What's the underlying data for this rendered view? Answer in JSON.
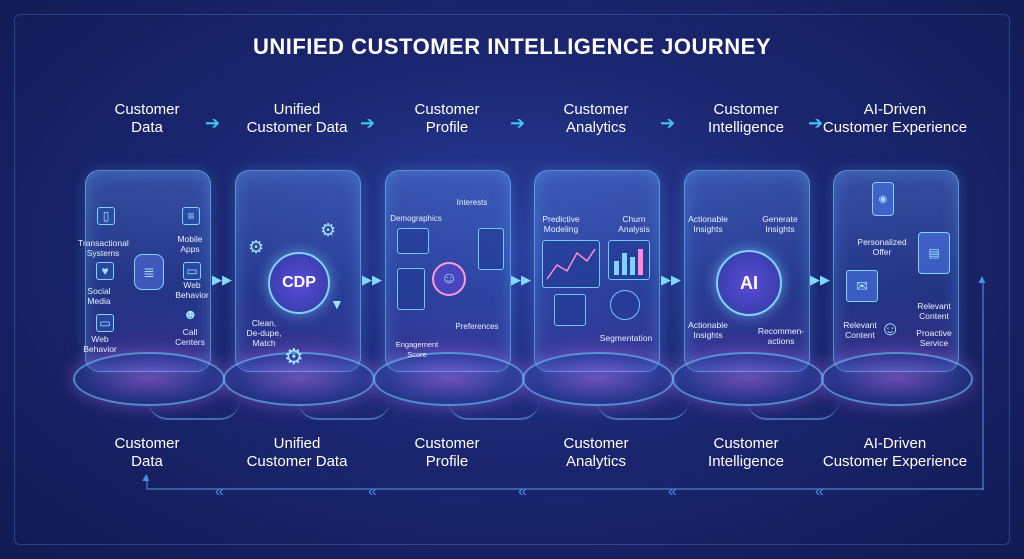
{
  "title": "UNIFIED CUSTOMER INTELLIGENCE JOURNEY",
  "stages_top": [
    {
      "line1": "Customer",
      "line2": "Data"
    },
    {
      "line1": "Unified",
      "line2": "Customer Data"
    },
    {
      "line1": "Customer",
      "line2": "Profile"
    },
    {
      "line1": "Customer",
      "line2": "Analytics"
    },
    {
      "line1": "Customer",
      "line2": "Intelligence"
    },
    {
      "line1": "AI-Driven",
      "line2": "Customer Experience"
    }
  ],
  "stages_bottom": [
    {
      "line1": "Customer",
      "line2": "Data"
    },
    {
      "line1": "Unified",
      "line2": "Customer Data"
    },
    {
      "line1": "Customer",
      "line2": "Profile"
    },
    {
      "line1": "Customer",
      "line2": "Analytics"
    },
    {
      "line1": "Customer",
      "line2": "Intelligence"
    },
    {
      "line1": "AI-Driven",
      "line2": "Customer Experience"
    }
  ],
  "pillar1": {
    "transactional_1": "Transactional",
    "transactional_2": "Systems",
    "mobile_1": "Mobile",
    "mobile_2": "Apps",
    "social_1": "Social",
    "social_2": "Media",
    "web_behavior_r1": "Web",
    "web_behavior_r2": "Behavior",
    "web_behavior_l1": "Web",
    "web_behavior_l2": "Behavior",
    "call_1": "Call",
    "call_2": "Centers"
  },
  "pillar2": {
    "core": "CDP",
    "clean_1": "Clean,",
    "clean_2": "De-dupe,",
    "clean_3": "Match"
  },
  "pillar3": {
    "demographics": "Demographics",
    "interests": "Interests",
    "preferences": "Preferences",
    "engagement_1": "Engagement",
    "engagement_2": "Score"
  },
  "pillar4": {
    "predictive_1": "Predictive",
    "predictive_2": "Modeling",
    "churn_1": "Churn",
    "churn_2": "Analysis",
    "segmentation": "Segmentation"
  },
  "pillar5": {
    "core": "AI",
    "actionable_top_1": "Actionable",
    "actionable_top_2": "Insights",
    "generate_1": "Generate",
    "generate_2": "Insights",
    "actionable_bot_1": "Actionable",
    "actionable_bot_2": "Insights",
    "recommend_1": "Recommen-",
    "recommend_2": "actions"
  },
  "pillar6": {
    "personalized_1": "Personalized",
    "personalized_2": "Offer",
    "relevant_l1": "Relevant",
    "relevant_l2": "Content",
    "relevant_r1": "Relevant",
    "relevant_r2": "Content",
    "proactive_1": "Proactive",
    "proactive_2": "Service"
  },
  "colors": {
    "accent": "#3fc6f0",
    "background": "#1b2670",
    "glow": "#c878ff"
  },
  "icons": [
    "database-icon",
    "gear-icon",
    "person-icon",
    "chart-icon",
    "brain-icon",
    "agent-icon",
    "envelope-icon",
    "phone-icon",
    "tablet-icon"
  ]
}
